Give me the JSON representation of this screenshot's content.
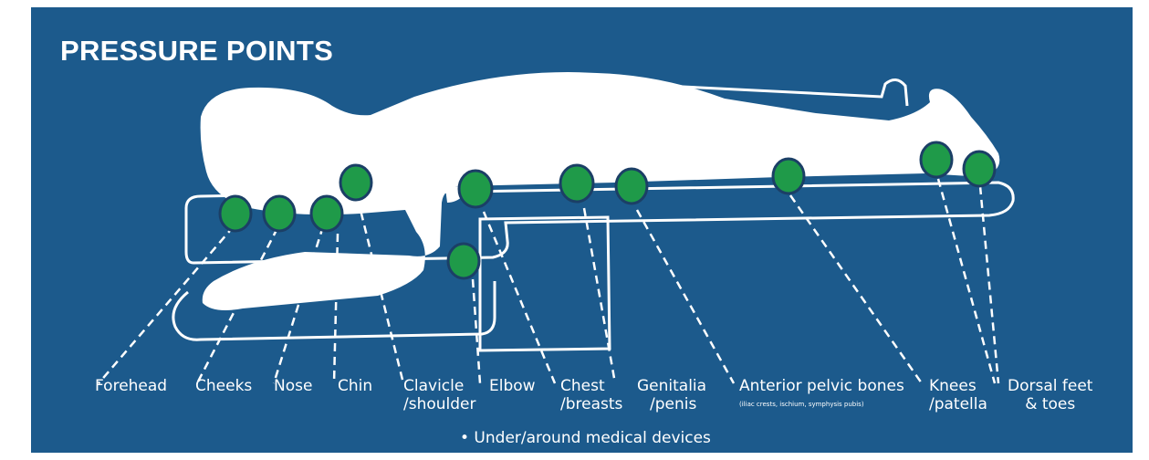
{
  "title": "PRESSURE POINTS",
  "labels": {
    "forehead": "Forehead",
    "cheeks": "Cheeks",
    "nose": "Nose",
    "chin": "Chin",
    "clavicle_1": "Clavicle",
    "clavicle_2": "/shoulder",
    "elbow": "Elbow",
    "chest_1": "Chest",
    "chest_2": "/breasts",
    "genitalia_1": "Genitalia",
    "genitalia_2": "/penis",
    "pelvic_1": "Anterior pelvic bones",
    "pelvic_2": "(iliac crests, ischium, symphysis pubis)",
    "knees_1": "Knees",
    "knees_2": "/patella",
    "feet_1": "Dorsal feet",
    "feet_2": "& toes"
  },
  "note": "• Under/around medical devices",
  "colors": {
    "background": "#1c5a8c",
    "figure": "#ffffff",
    "pressure_point": "#1f9a49",
    "pressure_point_outline": "#1b3f66"
  }
}
